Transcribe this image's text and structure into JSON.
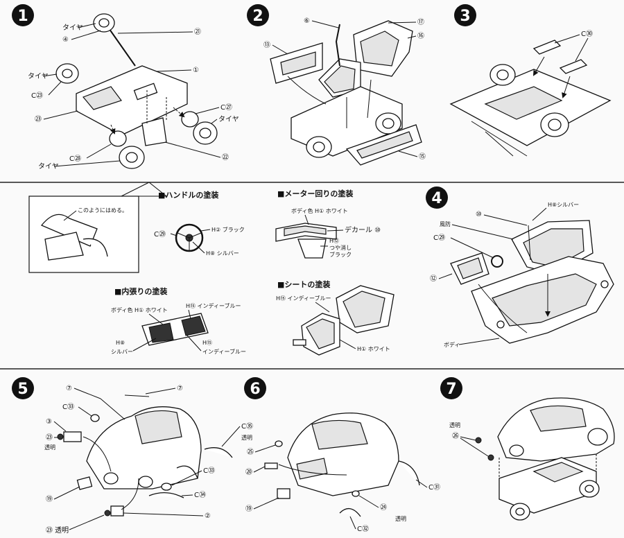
{
  "steps": [
    {
      "number": "1",
      "labels": {
        "tire_top": "タイヤ",
        "p4": "④",
        "p21": "㉑",
        "p1": "①",
        "tire_left": "タイヤ",
        "c23": "C㉓",
        "p23": "㉓",
        "c27": "C㉗",
        "tire_right": "タイヤ",
        "c28": "C㉘",
        "tire_bottom": "タイヤ",
        "p22": "㉒"
      }
    },
    {
      "number": "2",
      "labels": {
        "p6": "⑥",
        "p17": "⑰",
        "p13": "⑬",
        "p16": "⑯",
        "p15": "⑮"
      }
    },
    {
      "number": "3",
      "labels": {
        "c30": "C㉚"
      }
    },
    {
      "number": "4",
      "labels": {
        "p10": "⑩",
        "h8": "H⑧シルバー",
        "windshield": "風防",
        "c29": "C㉙",
        "p12": "⑫",
        "body": "ボディ"
      }
    },
    {
      "number": "5",
      "labels": {
        "p7a": "⑦",
        "p7b": "⑦",
        "c33a": "C㉝",
        "p3": "③",
        "p23": "㉓",
        "clear_a": "透明",
        "c35": "C㉟",
        "clear_b": "透明",
        "c33b": "C㉝",
        "c34": "C㉞",
        "p19": "⑲",
        "p2": "②",
        "p23b": "㉓ 透明"
      }
    },
    {
      "number": "6",
      "labels": {
        "p25": "㉕",
        "p20": "⑳",
        "p19": "⑲",
        "c31": "C㉛",
        "p24": "㉔",
        "clear": "透明",
        "c32": "C㉜"
      }
    },
    {
      "number": "7",
      "labels": {
        "clear": "透明",
        "p26": "㉖"
      }
    }
  ],
  "inset": {
    "note": "このようにはめる。"
  },
  "painting": {
    "handle": {
      "title": "■ハンドルの塗装",
      "c29": "C㉙",
      "h2": "H② ブラック",
      "h8": "H⑧ シルバー"
    },
    "meter": {
      "title": "■メーター回りの塗装",
      "h1": "ボディ色 H① ホワイト",
      "decal": "デカール ⑩",
      "h12": "H⑫",
      "h12_name_1": "つや消し",
      "h12_name_2": "ブラック"
    },
    "interior": {
      "title": "■内張りの塗装",
      "h1": "ボディ色 H① ホワイト",
      "h15a": "H⑮ インディーブルー",
      "h8": "H⑧",
      "silver": "シルバー",
      "h15b": "H⑮",
      "indy_blue": "インディーブルー"
    },
    "seat": {
      "title": "■シートの塗装",
      "h15": "H⑮ インディーブルー",
      "h1": "H① ホワイト"
    }
  }
}
